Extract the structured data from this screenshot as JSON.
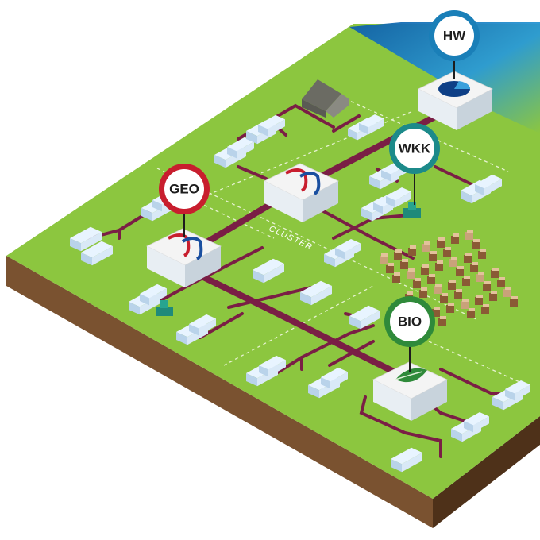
{
  "cluster_label": "CLUSTER",
  "pins": [
    {
      "id": "hw",
      "label": "HW",
      "color": "#1a7fb8"
    },
    {
      "id": "wkk",
      "label": "WKK",
      "color": "#1c8a8a"
    },
    {
      "id": "geo",
      "label": "GEO",
      "color": "#c81e2e"
    },
    {
      "id": "bio",
      "label": "BIO",
      "color": "#2f8a3a"
    }
  ],
  "colors": {
    "grass": "#8cc63f",
    "soil_front": "#7a5230",
    "soil_side": "#5a3a1f",
    "water": "#1e8fd0",
    "pipe": "#7a1e45",
    "building_top": "#f4f4f4",
    "building_side": "#c9d8e6",
    "house_roof": "#e8f4ff",
    "house_side": "#b9d3ea",
    "forest_light": "#c9a27a",
    "forest_dark": "#8a5a35",
    "pump": "#1f8a7a"
  },
  "icons": [
    "geothermal-icon",
    "pie-chart-icon",
    "leaf-icon"
  ]
}
